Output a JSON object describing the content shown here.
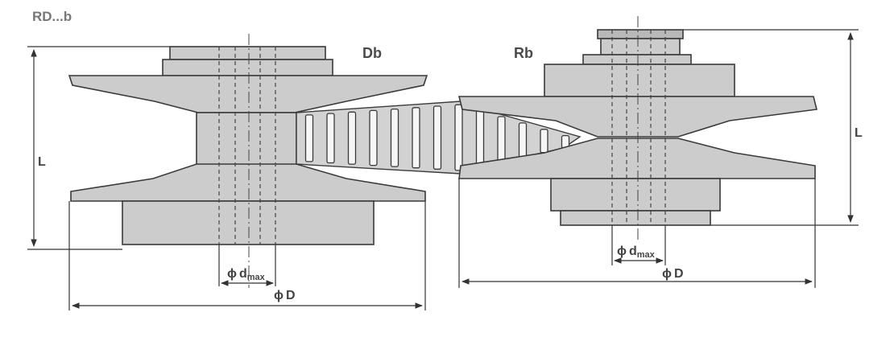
{
  "title": "RD...b",
  "parts": {
    "left_pulley": "Db",
    "right_pulley": "Rb"
  },
  "dimensions": {
    "length": "L",
    "diameter_symbol": "ϕ",
    "diameter": "D",
    "bore_d": "d",
    "bore_sub": "max"
  }
}
